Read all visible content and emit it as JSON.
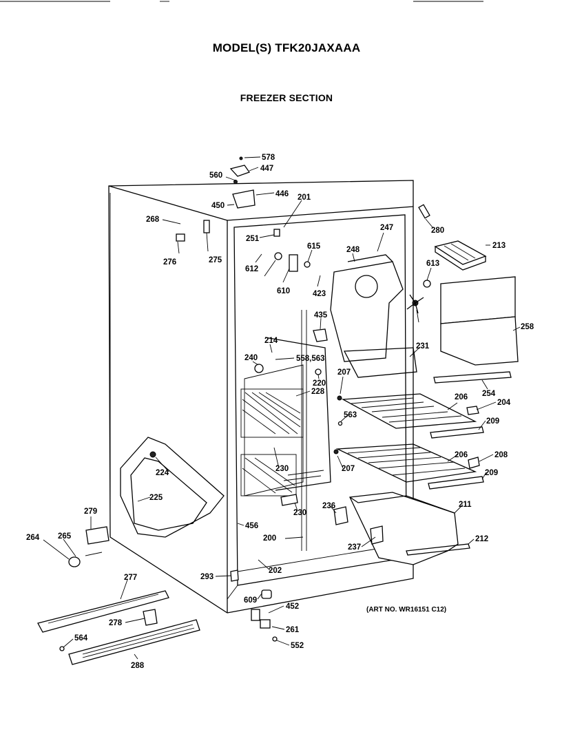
{
  "header": {
    "model_title": "MODEL(S) TFK20JAXAAA",
    "section_title": "FREEZER SECTION",
    "art_number": "(ART NO. WR16151 C12)"
  },
  "callouts": [
    "578",
    "447",
    "560",
    "446",
    "450",
    "201",
    "268",
    "280",
    "213",
    "251",
    "247",
    "248",
    "615",
    "612",
    "276",
    "275",
    "610",
    "423",
    "613",
    "258",
    "435",
    "214",
    "231",
    "240",
    "558,563",
    "220",
    "207",
    "228",
    "254",
    "204",
    "563",
    "206",
    "209",
    "206",
    "208",
    "224",
    "230",
    "207",
    "209",
    "225",
    "236",
    "211",
    "279",
    "230",
    "456",
    "200",
    "212",
    "264",
    "265",
    "237",
    "293",
    "202",
    "277",
    "609",
    "452",
    "278",
    "261",
    "564",
    "552",
    "288"
  ]
}
